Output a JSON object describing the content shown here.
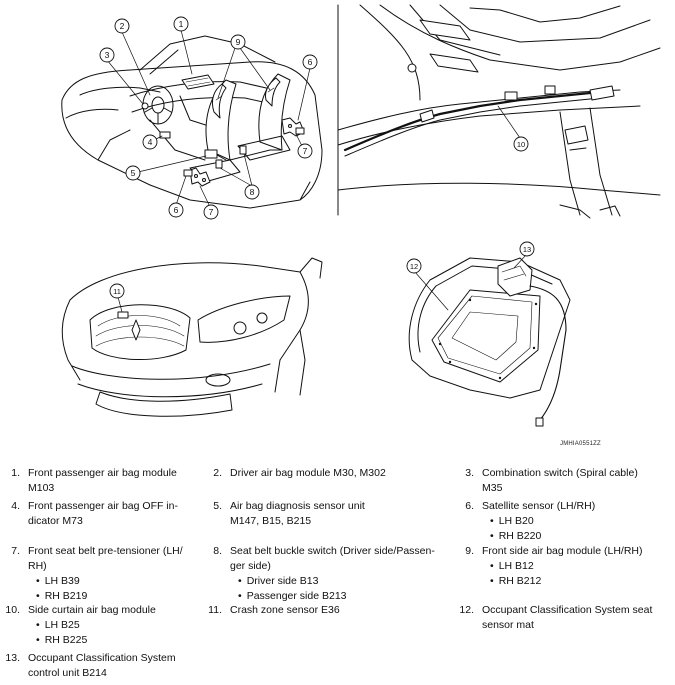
{
  "figure": {
    "code": "JMHIA0551ZZ",
    "callouts": [
      "1",
      "2",
      "3",
      "4",
      "5",
      "6",
      "7",
      "8",
      "9",
      "10",
      "11",
      "12",
      "13"
    ],
    "panels": [
      "dashboard-interior-view",
      "cabin-roof-rail-view",
      "vehicle-front-view",
      "seat-cushion-view"
    ]
  },
  "legend": [
    {
      "num": "1.",
      "lines": [
        "Front passenger air bag module",
        "M103"
      ],
      "subs": []
    },
    {
      "num": "2.",
      "lines": [
        "Driver air bag module M30, M302"
      ],
      "subs": []
    },
    {
      "num": "3.",
      "lines": [
        "Combination switch (Spiral cable)",
        "M35"
      ],
      "subs": []
    },
    {
      "num": "4.",
      "lines": [
        "Front passenger air bag OFF in-",
        "dicator M73"
      ],
      "subs": []
    },
    {
      "num": "5.",
      "lines": [
        "Air bag diagnosis sensor unit",
        "M147, B15, B215"
      ],
      "subs": []
    },
    {
      "num": "6.",
      "lines": [
        "Satellite sensor (LH/RH)"
      ],
      "subs": [
        "LH B20",
        "RH B220"
      ]
    },
    {
      "num": "7.",
      "lines": [
        "Front seat belt pre-tensioner (LH/",
        "RH)"
      ],
      "subs": [
        "LH B39",
        "RH B219"
      ]
    },
    {
      "num": "8.",
      "lines": [
        "Seat belt buckle switch (Driver side/Passen-",
        "ger side)"
      ],
      "subs": [
        "Driver side B13",
        "Passenger side B213"
      ]
    },
    {
      "num": "9.",
      "lines": [
        "Front side air bag module (LH/RH)"
      ],
      "subs": [
        "LH B12",
        "RH B212"
      ]
    },
    {
      "num": "10.",
      "lines": [
        "Side curtain air bag module"
      ],
      "subs": [
        "LH B25",
        "RH B225"
      ]
    },
    {
      "num": "11.",
      "lines": [
        "Crash zone sensor E36"
      ],
      "subs": []
    },
    {
      "num": "12.",
      "lines": [
        "Occupant Classification System seat",
        "sensor mat"
      ],
      "subs": []
    },
    {
      "num": "13.",
      "lines": [
        "Occupant Classification System",
        "control unit B214"
      ],
      "subs": []
    }
  ]
}
